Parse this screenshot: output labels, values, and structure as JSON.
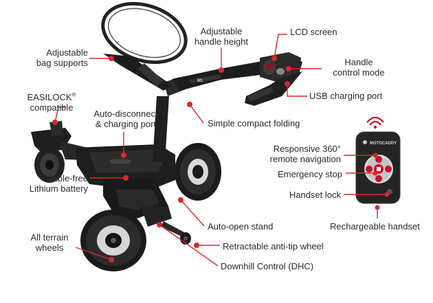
{
  "colors": {
    "accent": "#c8102e",
    "body": "#1d1d1d",
    "text": "#2b2b2b",
    "remote_body": "#232323"
  },
  "labels": {
    "adjustable_bag_supports": [
      "Adjustable",
      "bag supports"
    ],
    "adjustable_handle_height": [
      "Adjustable",
      "handle height"
    ],
    "lcd_screen": "LCD screen",
    "handle_control_mode": [
      "Handle",
      "control mode"
    ],
    "usb_charging_port": "USB charging port",
    "easilock_compatible": {
      "line1": "EASILOCK",
      "mark": "®",
      "line2": "compatible"
    },
    "auto_disconnect": [
      "Auto-disconnect",
      "& charging port"
    ],
    "simple_compact_folding": "Simple compact folding",
    "responsive_remote": [
      "Responsive 360°",
      "remote navigation"
    ],
    "emergency_stop": "Emergency stop",
    "cable_free_battery": [
      "Cable-free",
      "Lithium battery"
    ],
    "handset_lock": "Handset lock",
    "auto_open_stand": "Auto-open stand",
    "rechargeable_handset": "Rechargeable handset",
    "all_terrain_wheels": [
      "All terrain",
      "wheels"
    ],
    "anti_tip_wheel": "Retractable anti-tip wheel",
    "downhill_control": "Downhill Control (DHC)"
  },
  "product": {
    "handle_marking": "M1",
    "remote_brand": "MOTOCADDY"
  },
  "icons": {
    "wireless": "wifi-signal-icon",
    "remote_logo": "motocaddy-logo-icon"
  }
}
